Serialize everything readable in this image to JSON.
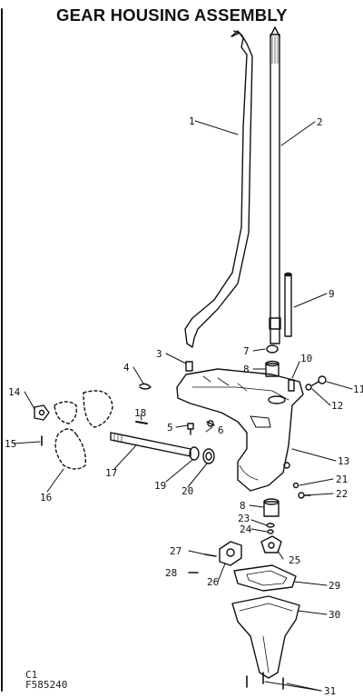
{
  "title": "GEAR HOUSING ASSEMBLY",
  "footer": {
    "code1": "C1",
    "code2": "F585240"
  },
  "callouts": [
    {
      "id": "1",
      "label": "1"
    },
    {
      "id": "2",
      "label": "2"
    },
    {
      "id": "3",
      "label": "3"
    },
    {
      "id": "4",
      "label": "4"
    },
    {
      "id": "5",
      "label": "5"
    },
    {
      "id": "6",
      "label": "6"
    },
    {
      "id": "7",
      "label": "7"
    },
    {
      "id": "8a",
      "label": "8"
    },
    {
      "id": "8b",
      "label": "8"
    },
    {
      "id": "9",
      "label": "9"
    },
    {
      "id": "10",
      "label": "10"
    },
    {
      "id": "11",
      "label": "11"
    },
    {
      "id": "12",
      "label": "12"
    },
    {
      "id": "13",
      "label": "13"
    },
    {
      "id": "14",
      "label": "14"
    },
    {
      "id": "15",
      "label": "15"
    },
    {
      "id": "16",
      "label": "16"
    },
    {
      "id": "17",
      "label": "17"
    },
    {
      "id": "18",
      "label": "18"
    },
    {
      "id": "19",
      "label": "19"
    },
    {
      "id": "20",
      "label": "20"
    },
    {
      "id": "21",
      "label": "21"
    },
    {
      "id": "22",
      "label": "22"
    },
    {
      "id": "23",
      "label": "23"
    },
    {
      "id": "24",
      "label": "24"
    },
    {
      "id": "25",
      "label": "25"
    },
    {
      "id": "26",
      "label": "26"
    },
    {
      "id": "27",
      "label": "27"
    },
    {
      "id": "28",
      "label": "28"
    },
    {
      "id": "29",
      "label": "29"
    },
    {
      "id": "30",
      "label": "30"
    },
    {
      "id": "31",
      "label": "31"
    }
  ]
}
